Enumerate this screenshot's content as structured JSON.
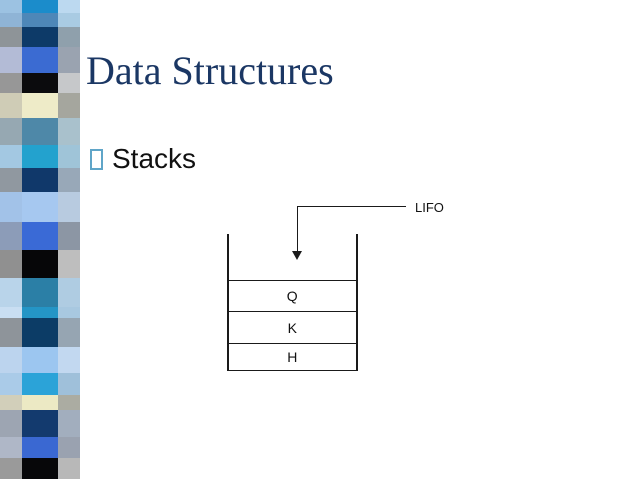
{
  "slide": {
    "title": "Data Structures",
    "bullets": [
      {
        "label": "Stacks"
      }
    ]
  },
  "diagram": {
    "type": "stack",
    "arrow_label": "LIFO",
    "stack_cells": [
      "Q",
      "K",
      "H"
    ]
  },
  "colors": {
    "title": "#1B3764",
    "body_text": "#111111",
    "bullet_marker": "#5FA5C8",
    "diagram_line": "#1A1A1A",
    "background": "#FFFFFF"
  },
  "decor_sidebar": {
    "column_widths_pct": [
      27.5,
      45,
      27.5
    ],
    "rows": [
      {
        "h": 13,
        "c": [
          "#9CC2E2",
          "#1B8CCB",
          "#BCD9F0"
        ]
      },
      {
        "h": 14,
        "c": [
          "#8FB4D6",
          "#4E87B8",
          "#A9CBE3"
        ]
      },
      {
        "h": 20,
        "c": [
          "#8E9498",
          "#0D3A68",
          "#8FA0AC"
        ]
      },
      {
        "h": 26,
        "c": [
          "#B3BBD6",
          "#3B6BD2",
          "#9AA3B0"
        ]
      },
      {
        "h": 20,
        "c": [
          "#979797",
          "#0B0B0D",
          "#C6C8CA"
        ]
      },
      {
        "h": 25,
        "c": [
          "#CFCCB6",
          "#EEEBC8",
          "#A5A69E"
        ]
      },
      {
        "h": 27,
        "c": [
          "#96A8B2",
          "#4E88A8",
          "#A9C1CC"
        ]
      },
      {
        "h": 23,
        "c": [
          "#A3C8E2",
          "#23A2CE",
          "#9FC4D8"
        ]
      },
      {
        "h": 24,
        "c": [
          "#9098A0",
          "#10386A",
          "#98A8B8"
        ]
      },
      {
        "h": 30,
        "c": [
          "#A2C2E8",
          "#A6C8F0",
          "#B8CBE0"
        ]
      },
      {
        "h": 28,
        "c": [
          "#8C9CB8",
          "#3A6AD6",
          "#8C96A4"
        ]
      },
      {
        "h": 28,
        "c": [
          "#909090",
          "#060608",
          "#BEBEBE"
        ]
      },
      {
        "h": 29,
        "c": [
          "#B9D4EA",
          "#2B7FA6",
          "#AFCCE2"
        ]
      },
      {
        "h": 11,
        "c": [
          "#C9DEF2",
          "#2495C6",
          "#A8C8E0"
        ]
      },
      {
        "h": 29,
        "c": [
          "#8E949A",
          "#0C3C66",
          "#96A5B2"
        ]
      },
      {
        "h": 26,
        "c": [
          "#BCD4EE",
          "#9CC6F0",
          "#C2D8F0"
        ]
      },
      {
        "h": 22,
        "c": [
          "#AACBE8",
          "#2BA3D8",
          "#9FC0DA"
        ]
      },
      {
        "h": 15,
        "c": [
          "#D2CFBA",
          "#ECE9C4",
          "#ABACA2"
        ]
      },
      {
        "h": 27,
        "c": [
          "#9DA5B2",
          "#133A6E",
          "#A2AEBE"
        ]
      },
      {
        "h": 21,
        "c": [
          "#AFB7C7",
          "#3A68D2",
          "#9AA2B0"
        ]
      },
      {
        "h": 21,
        "c": [
          "#9A9A9A",
          "#070709",
          "#B8B8B8"
        ]
      }
    ]
  }
}
